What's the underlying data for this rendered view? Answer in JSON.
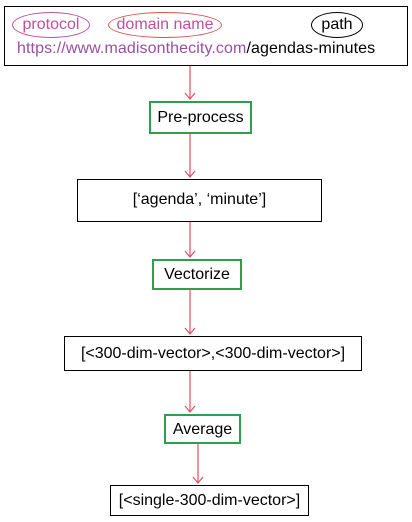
{
  "url_box": {
    "protocol_label": "protocol",
    "domain_label": "domain name",
    "path_label": "path",
    "url_protocol": "https://",
    "url_domain": "www.madisonthecity.com",
    "url_path": "/agendas-minutes"
  },
  "steps": {
    "preprocess": "Pre-process",
    "tokens": "[‘agenda’, ‘minute’]",
    "vectorize": "Vectorize",
    "vectors": "[<300-dim-vector>,<300-dim-vector>]",
    "average": "Average",
    "result": "[<single-300-dim-vector>]"
  },
  "colors": {
    "protocol": "#c0509b",
    "domain": "#d9534f",
    "path": "#000000",
    "url_colored": "#9a4fa0",
    "step_border": "#2e9e4f",
    "arrow": "#e05060"
  }
}
